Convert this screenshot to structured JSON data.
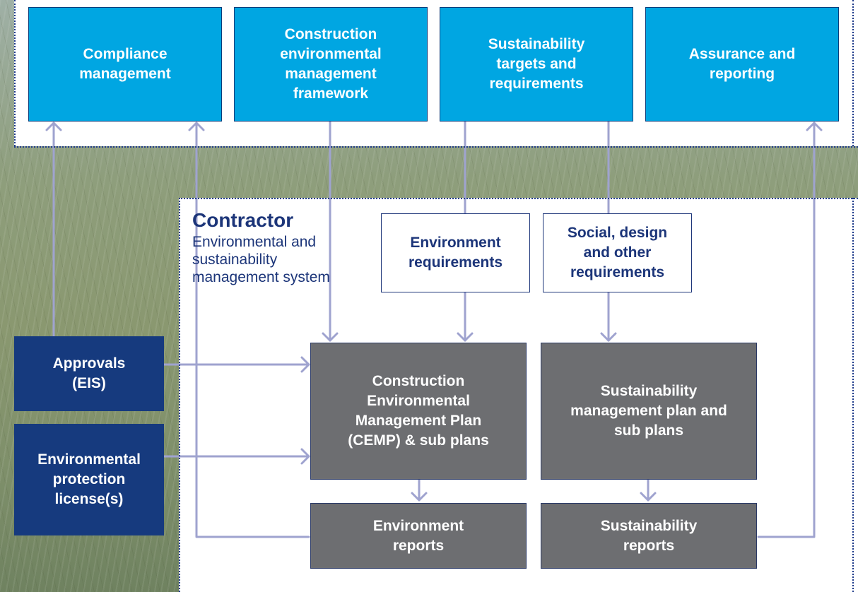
{
  "top_boxes": {
    "compliance": "Compliance management",
    "cem_framework": "Construction environmental management framework",
    "sustainability_targets": "Sustainability targets and requirements",
    "assurance": "Assurance and reporting"
  },
  "contractor": {
    "title": "Contractor",
    "subtitle": "Environmental and sustainability management system"
  },
  "requirements": {
    "environment": "Environment requirements",
    "social": "Social, design and other requirements"
  },
  "left_boxes": {
    "approvals": "Approvals (EIS)",
    "licenses": "Environmental protection license(s)"
  },
  "plans": {
    "cemp": "Construction Environmental Management Plan (CEMP) & sub plans",
    "sustainability_plan": "Sustainability management plan and sub plans"
  },
  "reports": {
    "environment": "Environment reports",
    "sustainability": "Sustainability reports"
  },
  "colors": {
    "cyan": "#00a6e2",
    "navy": "#163a7e",
    "gray": "#6d6e71",
    "connector": "#9fa3cf",
    "dotted_border": "#1e3a8a"
  }
}
